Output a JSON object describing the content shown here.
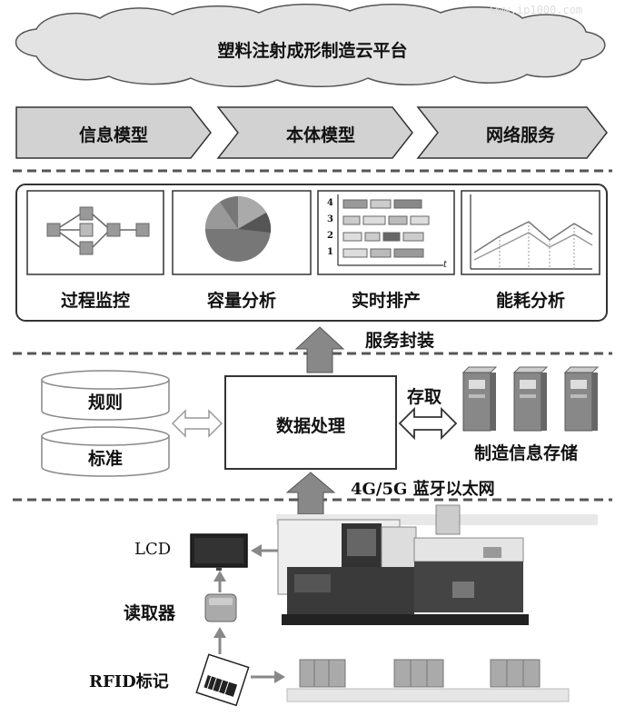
{
  "watermark": "www.ip1000.com",
  "cloud_title": "塑料注射成形制造云平台",
  "models": [
    "信息模型",
    "本体模型",
    "网络服务"
  ],
  "services": [
    "过程监控",
    "容量分析",
    "实时排产",
    "能耗分析"
  ],
  "service_encapsulation": "服务封装",
  "rules": "规则",
  "standards": "标准",
  "data_processing": "数据处理",
  "access": "存取",
  "storage": "制造信息存储",
  "network": "4G/5G 蓝牙以太网",
  "lcd": "LCD",
  "reader": "读取器",
  "rfid": "RFID标记",
  "schedule_rows": [
    "4",
    "3",
    "2",
    "1"
  ],
  "schedule_axis": "t"
}
